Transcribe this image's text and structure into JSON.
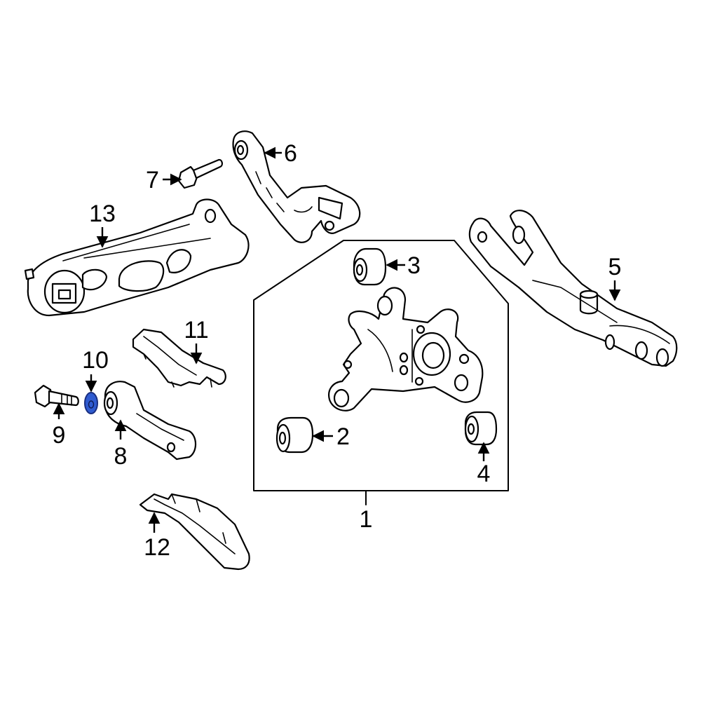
{
  "callouts": [
    {
      "number": "1"
    },
    {
      "number": "2"
    },
    {
      "number": "3"
    },
    {
      "number": "4"
    },
    {
      "number": "5"
    },
    {
      "number": "6"
    },
    {
      "number": "7"
    },
    {
      "number": "8"
    },
    {
      "number": "9"
    },
    {
      "number": "10"
    },
    {
      "number": "11"
    },
    {
      "number": "12"
    },
    {
      "number": "13"
    }
  ],
  "colors": {
    "line": "#000000",
    "background": "#ffffff",
    "highlight_fill": "#2f5bd0",
    "highlight_stroke": "#1a2f80"
  },
  "highlighted_part": "10"
}
